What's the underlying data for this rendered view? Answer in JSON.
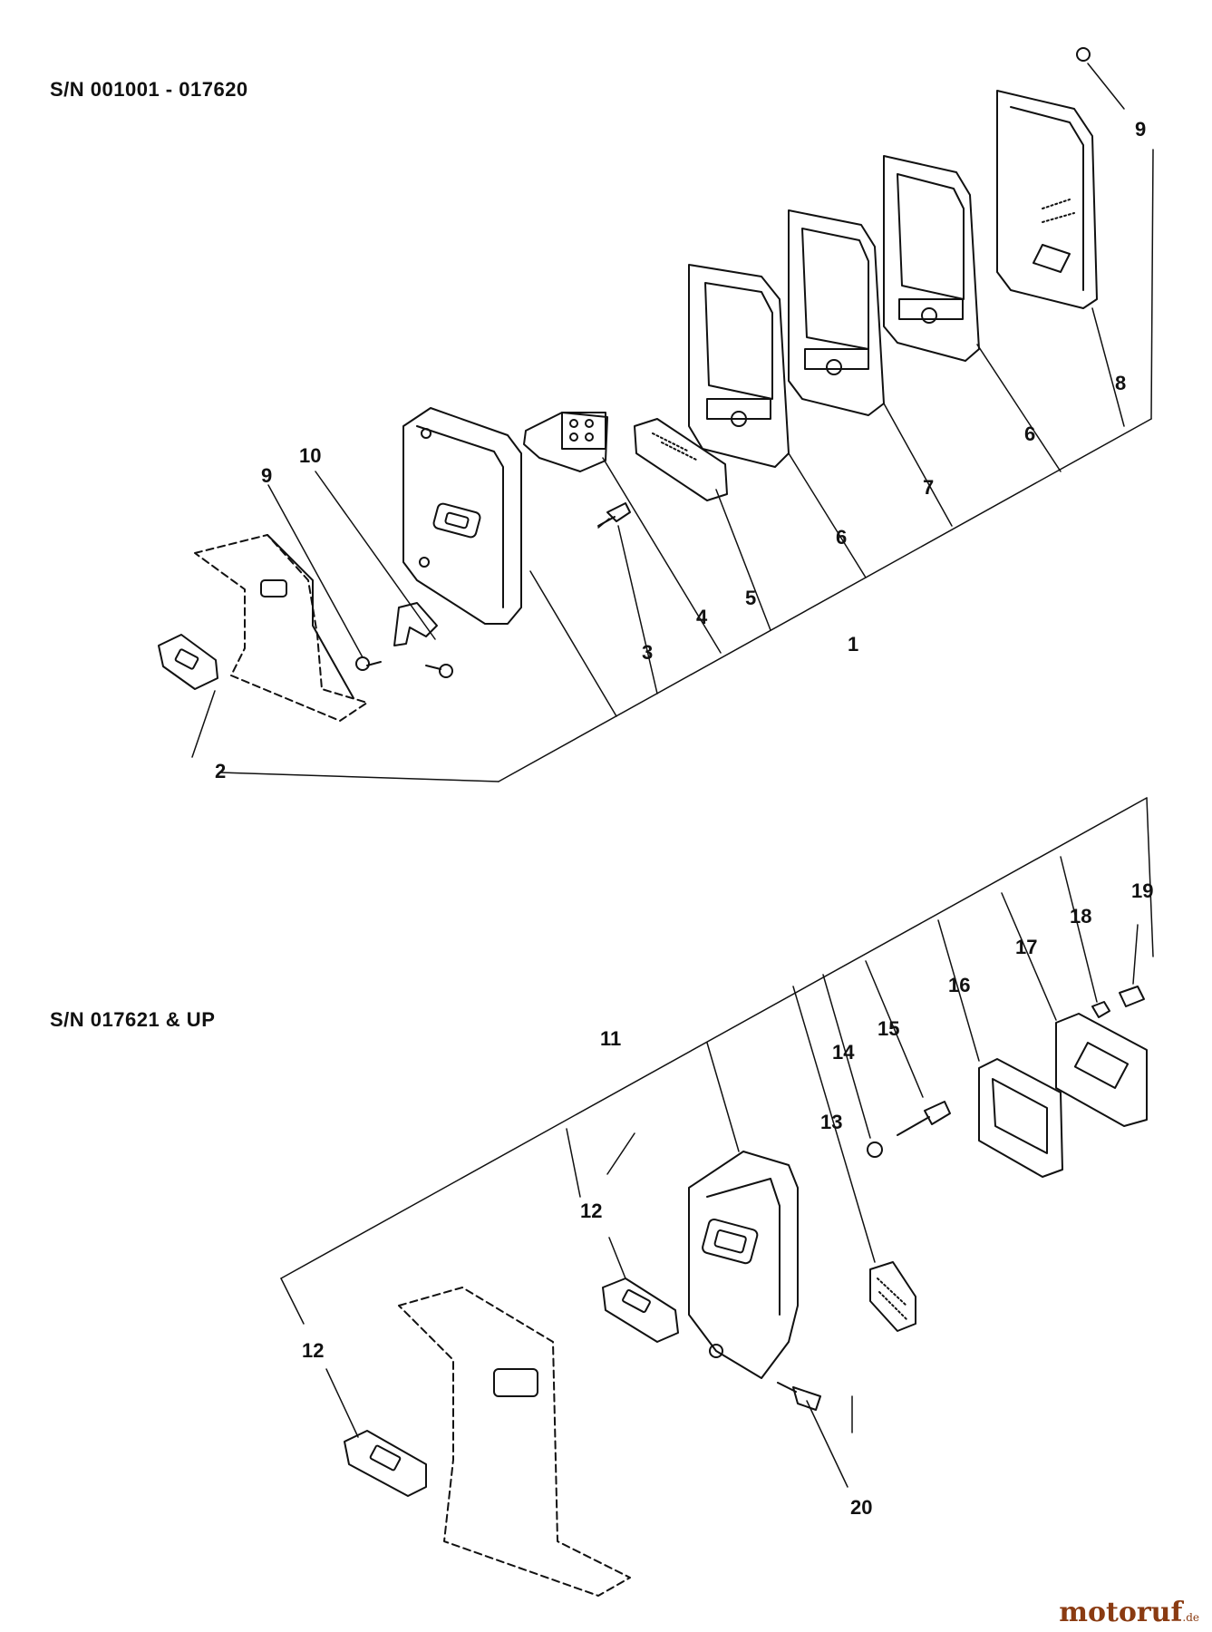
{
  "headings": {
    "top": "S/N  001001 - 017620",
    "bottom": "S/N  017621 & UP"
  },
  "callouts_top": [
    "9",
    "10",
    "2",
    "3",
    "4",
    "5",
    "6",
    "7",
    "6",
    "8",
    "9",
    "1"
  ],
  "callouts_bottom": [
    "11",
    "12",
    "12",
    "13",
    "14",
    "15",
    "16",
    "17",
    "18",
    "19",
    "20"
  ],
  "watermark": {
    "main": "motoruf",
    "suffix": ".de"
  },
  "colors": {
    "ink": "#111111",
    "watermark": "#8a3b12"
  }
}
